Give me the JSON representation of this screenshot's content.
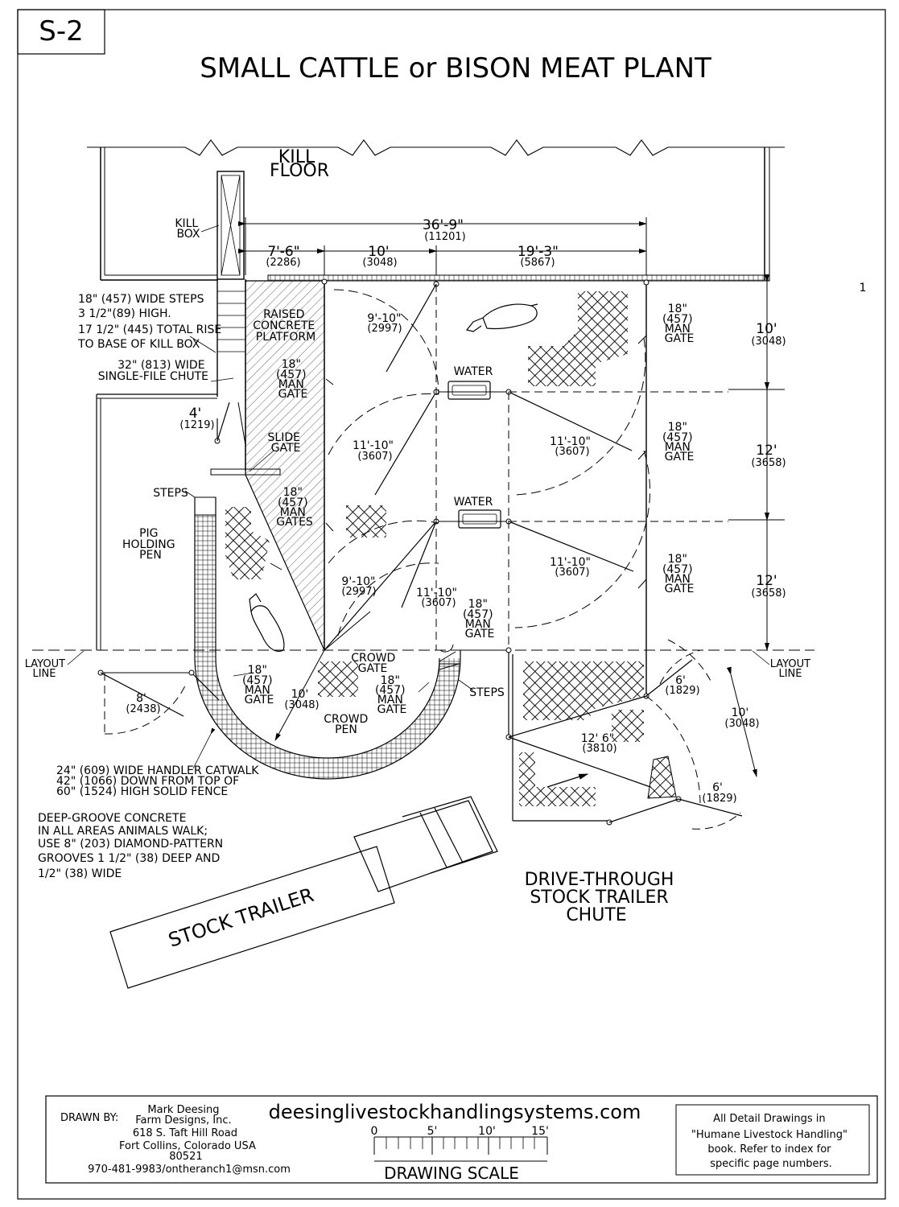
{
  "sheet_number": "S-2",
  "title": "SMALL CATTLE or BISON MEAT PLANT",
  "page_number": "1",
  "labels": {
    "kill_floor": [
      "KILL",
      "FLOOR"
    ],
    "kill_box": [
      "KILL",
      "BOX"
    ],
    "steps_note": [
      "18\" (457) WIDE STEPS",
      "3 1/2\"(89) HIGH.",
      "17 1/2\" (445) TOTAL RISE",
      "TO BASE OF KILL BOX"
    ],
    "chute_note": [
      "32\" (813) WIDE",
      "SINGLE-FILE CHUTE"
    ],
    "platform": [
      "RAISED",
      "CONCRETE",
      "PLATFORM"
    ],
    "slide_gate": [
      "SLIDE",
      "GATE"
    ],
    "steps": "STEPS",
    "pig_pen": [
      "PIG",
      "HOLDING",
      "PEN"
    ],
    "man_gate": [
      "18\"",
      "(457)",
      "MAN",
      "GATE"
    ],
    "man_gates": [
      "18\"",
      "(457)",
      "MAN",
      "GATES"
    ],
    "water": "WATER",
    "layout_line": [
      "LAYOUT",
      "LINE"
    ],
    "crowd_gate": [
      "CROWD",
      "GATE"
    ],
    "crowd_pen": [
      "CROWD",
      "PEN"
    ],
    "catwalk_note": [
      "24\" (609) WIDE HANDLER CATWALK",
      "42\" (1066) DOWN FROM TOP OF",
      "60\" (1524) HIGH SOLID FENCE"
    ],
    "concrete_note": [
      "DEEP-GROOVE CONCRETE",
      "IN ALL AREAS ANIMALS WALK;",
      "USE 8\" (203) DIAMOND-PATTERN",
      "GROOVES 1 1/2\" (38) DEEP AND",
      "1/2\" (38) WIDE"
    ],
    "stock_trailer": "STOCK TRAILER",
    "drive_through": [
      "DRIVE-THROUGH",
      "STOCK TRAILER",
      "CHUTE"
    ]
  },
  "dimensions": {
    "overall": [
      "36'-9\"",
      "(11201)"
    ],
    "d1": [
      "7'-6\"",
      "(2286)"
    ],
    "d2": [
      "10'",
      "(3048)"
    ],
    "d3": [
      "19'-3\"",
      "(5867)"
    ],
    "r1": [
      "10'",
      "(3048)"
    ],
    "r2": [
      "12'",
      "(3658)"
    ],
    "r3": [
      "12'",
      "(3658)"
    ],
    "g1": [
      "9'-10\"",
      "(2997)"
    ],
    "g2": [
      "11'-10\"",
      "(3607)"
    ],
    "g3": [
      "11'-10\"",
      "(3607)"
    ],
    "g4": [
      "11'-10\"",
      "(3607)"
    ],
    "g5": [
      "9'-10\"",
      "(2997)"
    ],
    "g6": [
      "11'-10\"",
      "(3607)"
    ],
    "chute4": [
      "4'",
      "(1219)"
    ],
    "gate8": [
      "8'",
      "(2438)"
    ],
    "crowd10": [
      "10'",
      "(3048)"
    ],
    "d6a": [
      "6'",
      "(1829)"
    ],
    "d10b": [
      "10'",
      "(3048)"
    ],
    "d126": [
      "12' 6\"",
      "(3810)"
    ],
    "d6b": [
      "6'",
      "(1829)"
    ]
  },
  "title_block": {
    "drawn_by_label": "DRAWN BY:",
    "designer": [
      "Mark Deesing",
      "Farm Designs, Inc.",
      "618 S. Taft Hill Road",
      "Fort Collins, Colorado USA",
      "80521",
      "970-481-9983/ontheranch1@msn.com"
    ],
    "website": "deesinglivestockhandlingsystems.com",
    "scale_ticks": [
      "0",
      "5'",
      "10'",
      "15'"
    ],
    "scale_label": "DRAWING SCALE",
    "reference_note": [
      "All Detail Drawings in",
      "\"Humane Livestock Handling\"",
      "book. Refer to index for",
      "specific page numbers."
    ]
  }
}
